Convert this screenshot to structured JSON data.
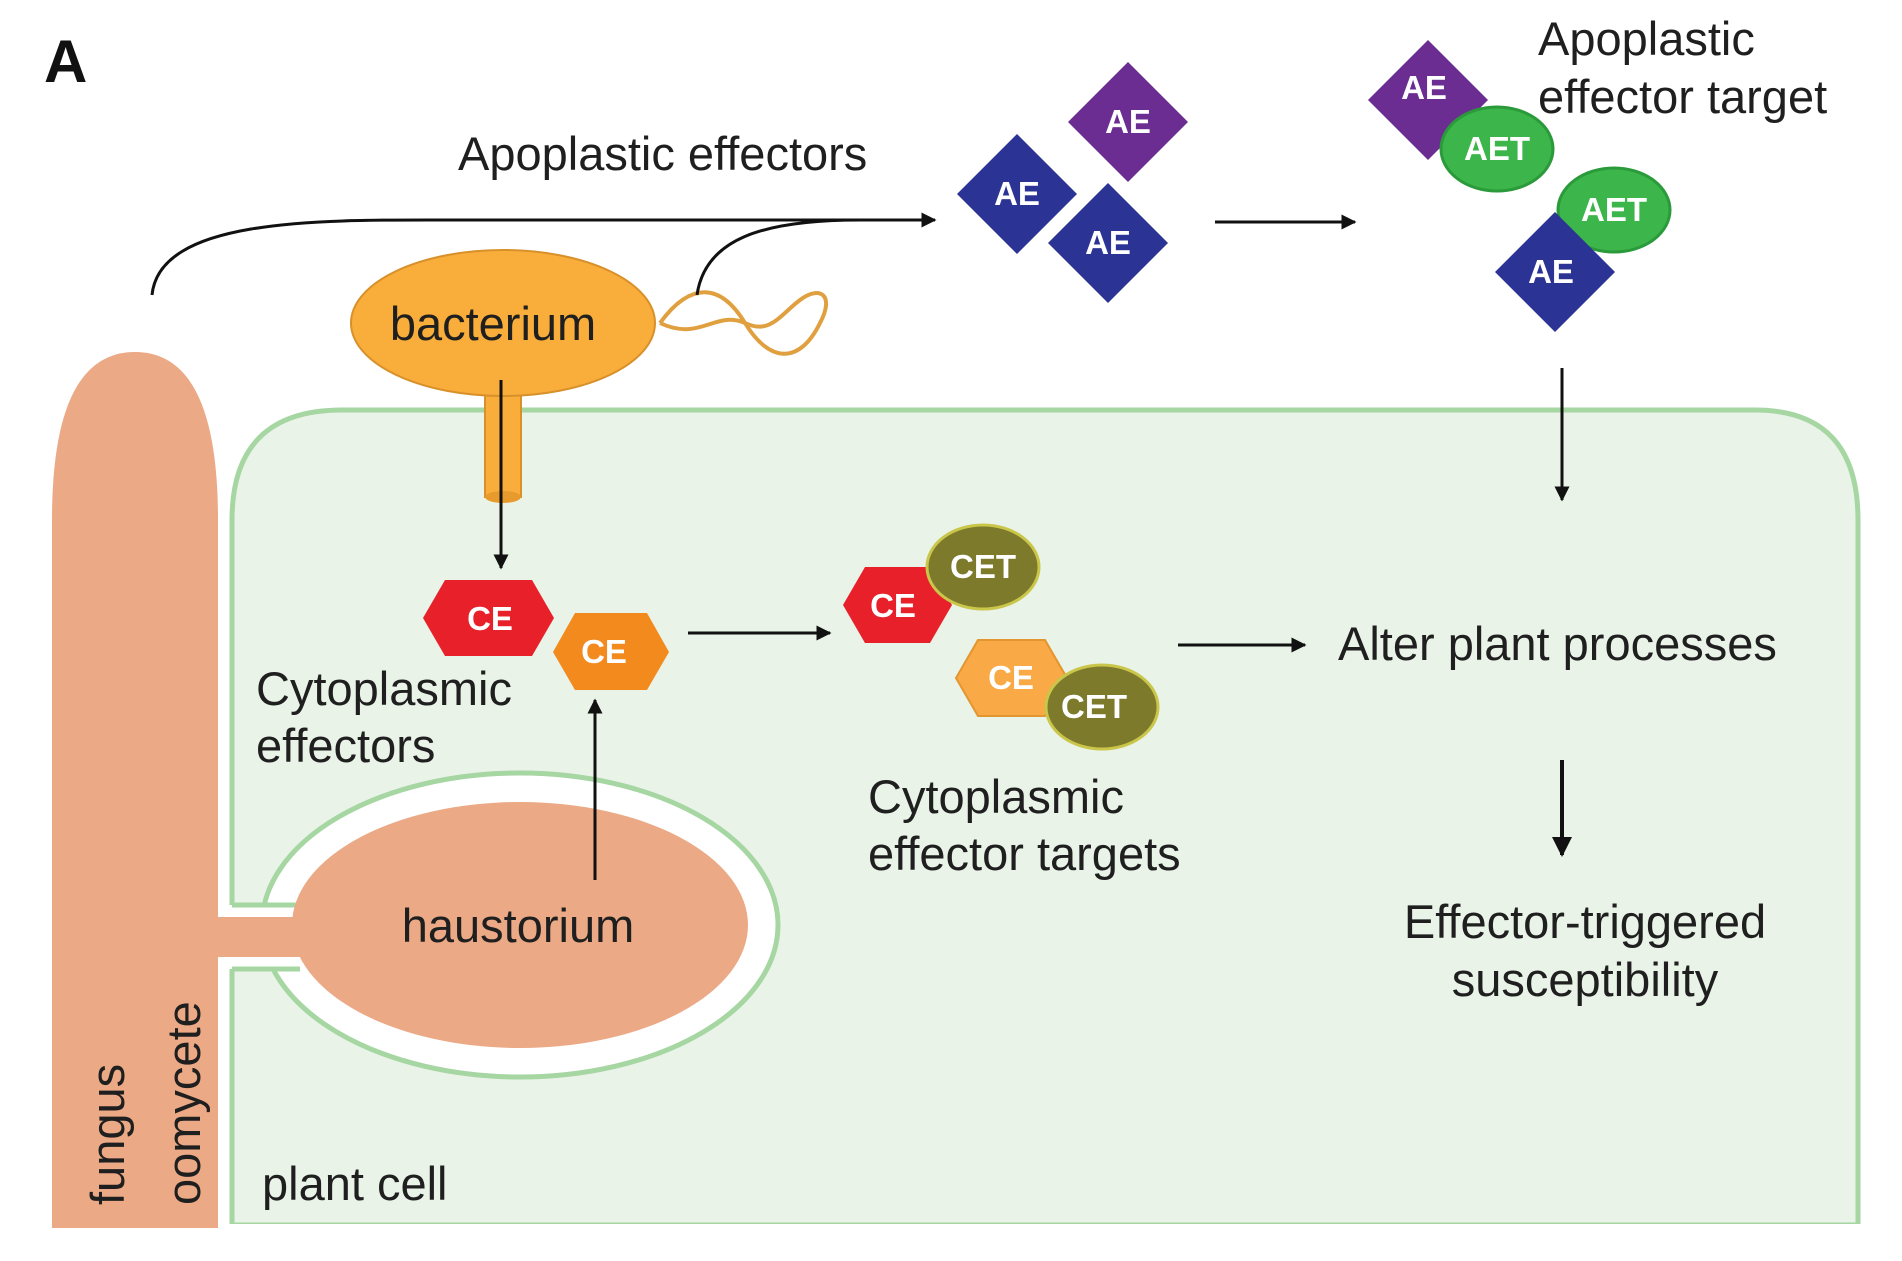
{
  "panel_label": "A",
  "labels": {
    "apoplastic_effectors": "Apoplastic effectors",
    "apoplastic_effector_target_line1": "Apoplastic",
    "apoplastic_effector_target_line2": "effector target",
    "bacterium": "bacterium",
    "haustorium": "haustorium",
    "cytoplasmic_effectors_line1": "Cytoplasmic",
    "cytoplasmic_effectors_line2": "effectors",
    "cytoplasmic_targets_line1": "Cytoplasmic",
    "cytoplasmic_targets_line2": "effector targets",
    "alter_plant_processes": "Alter plant processes",
    "ets_line1": "Effector-triggered",
    "ets_line2": "susceptibility",
    "fungus": "fungus",
    "oomycete": "oomycete",
    "plant_cell": "plant cell"
  },
  "badges": {
    "ae": "AE",
    "aet": "AET",
    "ce": "CE",
    "cet": "CET"
  },
  "colors": {
    "ae_purple": "#6b2d91",
    "ae_blue": "#2b3394",
    "aet_green": "#3cb54a",
    "ce_red": "#e8202a",
    "ce_orange": "#f28a1e",
    "ce_light_orange": "#f9a945",
    "cet_olive": "#7d7a2c",
    "bacterium": "#f9ad3a",
    "pathogen_salmon": "#eba985",
    "plant_cell_fill": "#e9f3e8",
    "plant_cell_border": "#a6d6a2"
  }
}
